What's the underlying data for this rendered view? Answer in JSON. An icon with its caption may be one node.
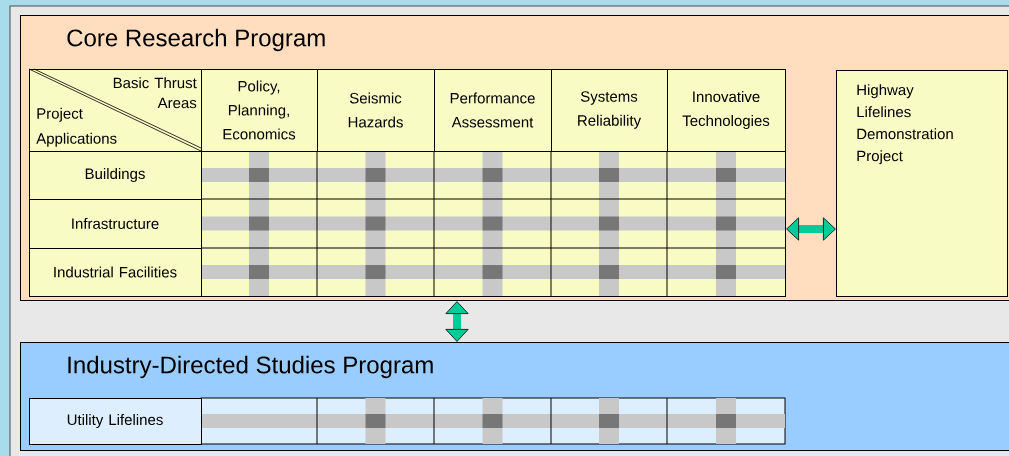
{
  "diagram": {
    "nodes": [
      {
        "text": [
          "Core Research Program"
        ]
      },
      {
        "text": [],
        "shape": "box",
        "in": 0
      },
      {
        "text": [
          "Basic Thrust Areas",
          "Project Applications"
        ],
        "in": 0
      },
      {
        "text": [
          "Policy, Planning, Economics"
        ],
        "in": 0
      },
      {
        "text": [
          "Seismic Hazards"
        ],
        "in": 0
      },
      {
        "text": [
          "Performance Assessment"
        ],
        "in": 0
      },
      {
        "text": [
          "Systems Reliability"
        ],
        "in": 0
      },
      {
        "text": [
          "Innovative Technologies"
        ],
        "in": 0
      },
      {
        "text": [
          "Buildings"
        ],
        "in": 0
      },
      {
        "text": [
          "Infrastructure"
        ],
        "in": 0
      },
      {
        "text": [
          "Industrial Facilities"
        ],
        "in": 0
      },
      {
        "text": [
          "Highway Lifelines Demonstration Project"
        ],
        "in": 0
      },
      {
        "text": [
          "Industry-Directed Studies Program"
        ]
      },
      {
        "text": [
          "Utility Lifelines"
        ],
        "in": 12
      }
    ],
    "edges": [
      {
        "from": 1,
        "to": 11,
        "arrow": "both"
      },
      {
        "from": 0,
        "to": 12,
        "arrow": "both"
      }
    ]
  }
}
